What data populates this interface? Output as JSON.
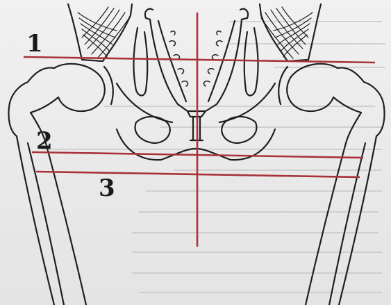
{
  "figure": {
    "labels": {
      "line_1": "1",
      "line_2": "2",
      "line_3": "3"
    },
    "colors": {
      "outline": "#1f1f1f",
      "reference_line": "#a8323a",
      "paper": "#ececec",
      "hatching": "#2a2a2a"
    }
  }
}
